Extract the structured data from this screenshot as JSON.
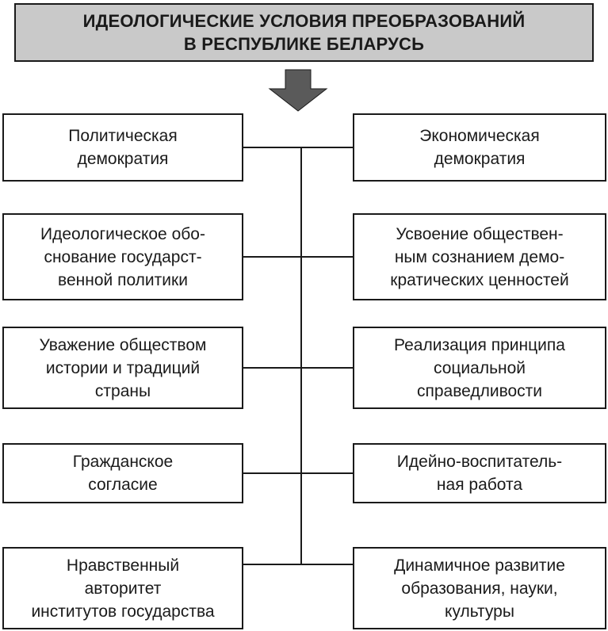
{
  "title": {
    "lines": [
      "ИДЕОЛОГИЧЕСКИЕ УСЛОВИЯ ПРЕОБРАЗОВАНИЙ",
      "В РЕСПУБЛИКЕ БЕЛАРУСЬ"
    ]
  },
  "left_boxes": [
    {
      "lines": [
        "Политическая",
        "демократия"
      ]
    },
    {
      "lines": [
        "Идеологическое обо-",
        "снование государст-",
        "венной политики"
      ]
    },
    {
      "lines": [
        "Уважение обществом",
        "истории и традиций",
        "страны"
      ]
    },
    {
      "lines": [
        "Гражданское",
        "согласие"
      ]
    },
    {
      "lines": [
        "Нравственный",
        "авторитет",
        "институтов государства"
      ]
    }
  ],
  "right_boxes": [
    {
      "lines": [
        "Экономическая",
        "демократия"
      ]
    },
    {
      "lines": [
        "Усвоение обществен-",
        "ным сознанием демо-",
        "кратических ценностей"
      ]
    },
    {
      "lines": [
        "Реализация принципа",
        "социальной",
        "справедливости"
      ]
    },
    {
      "lines": [
        "Идейно-воспитатель-",
        "ная работа"
      ]
    },
    {
      "lines": [
        "Динамичное развитие",
        "образования, науки,",
        "культуры"
      ]
    }
  ],
  "colors": {
    "title_fill": "#c9c9c9",
    "arrow_fill": "#5a5a5a",
    "line": "#1a1a1a"
  }
}
